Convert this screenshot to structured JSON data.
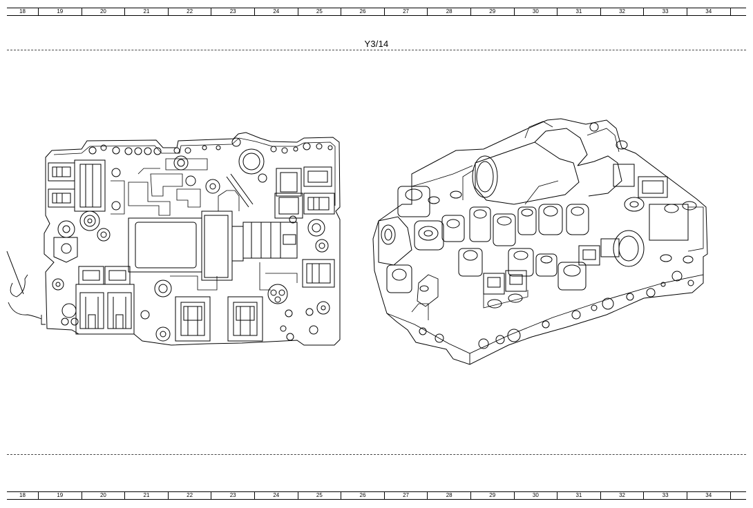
{
  "ruler": {
    "columns": [
      "18",
      "19",
      "20",
      "21",
      "22",
      "23",
      "24",
      "25",
      "26",
      "27",
      "28",
      "29",
      "30",
      "31",
      "32",
      "33",
      "34"
    ]
  },
  "diagram": {
    "reference_label": "Y3/14",
    "views": [
      {
        "name": "valve-body-top-view",
        "icon": "valve-body-plan-drawing"
      },
      {
        "name": "valve-body-isometric-view",
        "icon": "valve-body-isometric-drawing"
      }
    ],
    "line_color": "#000000",
    "background": "#ffffff"
  }
}
